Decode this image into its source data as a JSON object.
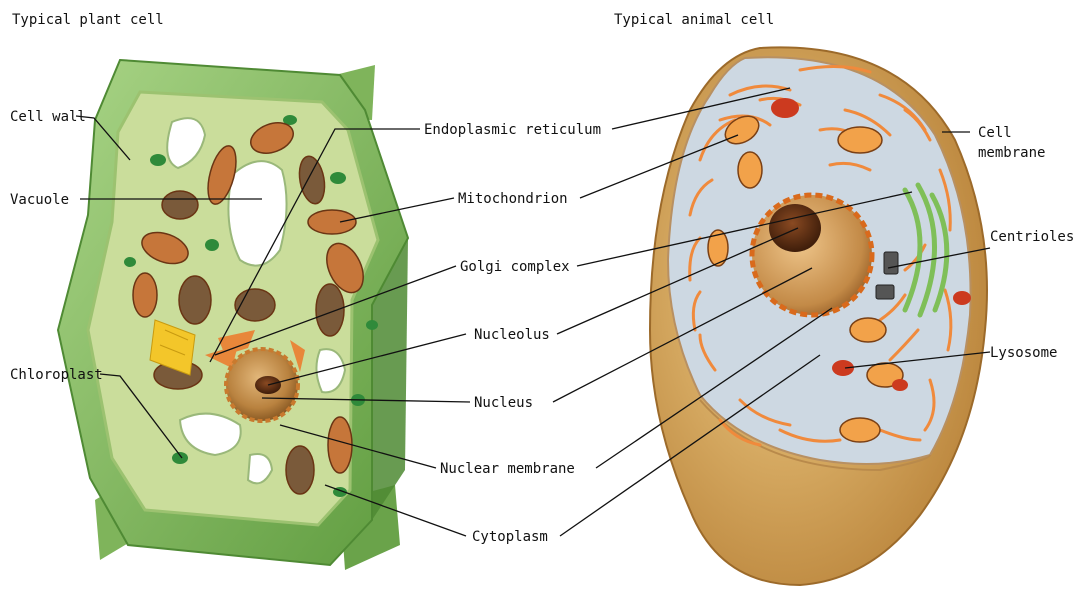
{
  "titles": {
    "plant": "Typical plant cell",
    "animal": "Typical animal cell"
  },
  "labels": {
    "cell_wall": "Cell wall",
    "vacuole": "Vacuole",
    "chloroplast": "Chloroplast",
    "endoplasmic_reticulum": "Endoplasmic reticulum",
    "mitochondrion": "Mitochondrion",
    "golgi_complex": "Golgi complex",
    "nucleolus": "Nucleolus",
    "nucleus": "Nucleus",
    "nuclear_membrane": "Nuclear membrane",
    "cytoplasm": "Cytoplasm",
    "cell_membrane_line1": "Cell",
    "cell_membrane_line2": "membrane",
    "centrioles": "Centrioles",
    "lysosome": "Lysosome"
  },
  "colors": {
    "wall_green": "#8cc16a",
    "cytoplasm_green": "#c9dc98",
    "chloroplast": "#2f8a3a",
    "mitochondrion": "#b8652e",
    "nucleus_tan": "#c8965a",
    "animal_skin": "#d9a85a",
    "animal_inner": "#c9d6e4",
    "er_orange": "#f08a3c",
    "lysosome_red": "#cc3a1f"
  }
}
